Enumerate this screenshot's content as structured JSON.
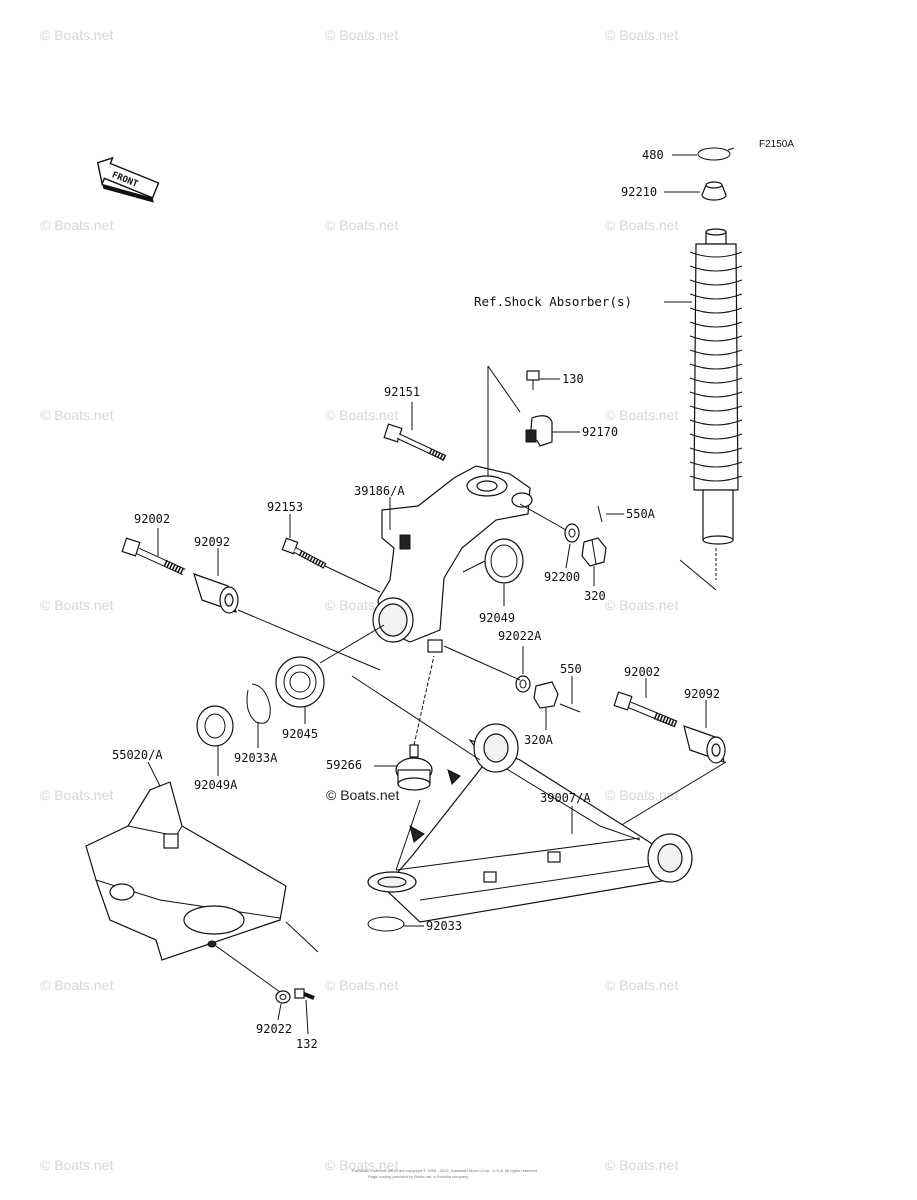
{
  "diagram": {
    "figure_code": "F2150A",
    "front_label": "FRONT",
    "reference_note": "Ref.Shock Absorber(s)",
    "watermark": "© Boats.net",
    "watermark_inline": "© Boats.net",
    "footer_line1": "Kawasaki materials within are copyright © 1995 - 2015, Kawasaki Motor Corp., U.S.A. All rights reserved.",
    "footer_line2": "Page hosting provided by Boats.net, a Partzilla company.",
    "part_labels": {
      "p480": "480",
      "p92210": "92210",
      "p130": "130",
      "p92151": "92151",
      "p92170": "92170",
      "p39186": "39186/A",
      "p550A": "550A",
      "p92002_left": "92002",
      "p92092_left": "92092",
      "p92153": "92153",
      "p92200": "92200",
      "p320": "320",
      "p92049": "92049",
      "p92022A": "92022A",
      "p550": "550",
      "p92002_right": "92002",
      "p92092_right": "92092",
      "p92045": "92045",
      "p92033A": "92033A",
      "p92049A": "92049A",
      "p320A": "320A",
      "p55020": "55020/A",
      "p59266": "59266",
      "p39007": "39007/A",
      "p92033": "92033",
      "p92022": "92022",
      "p132": "132"
    }
  }
}
